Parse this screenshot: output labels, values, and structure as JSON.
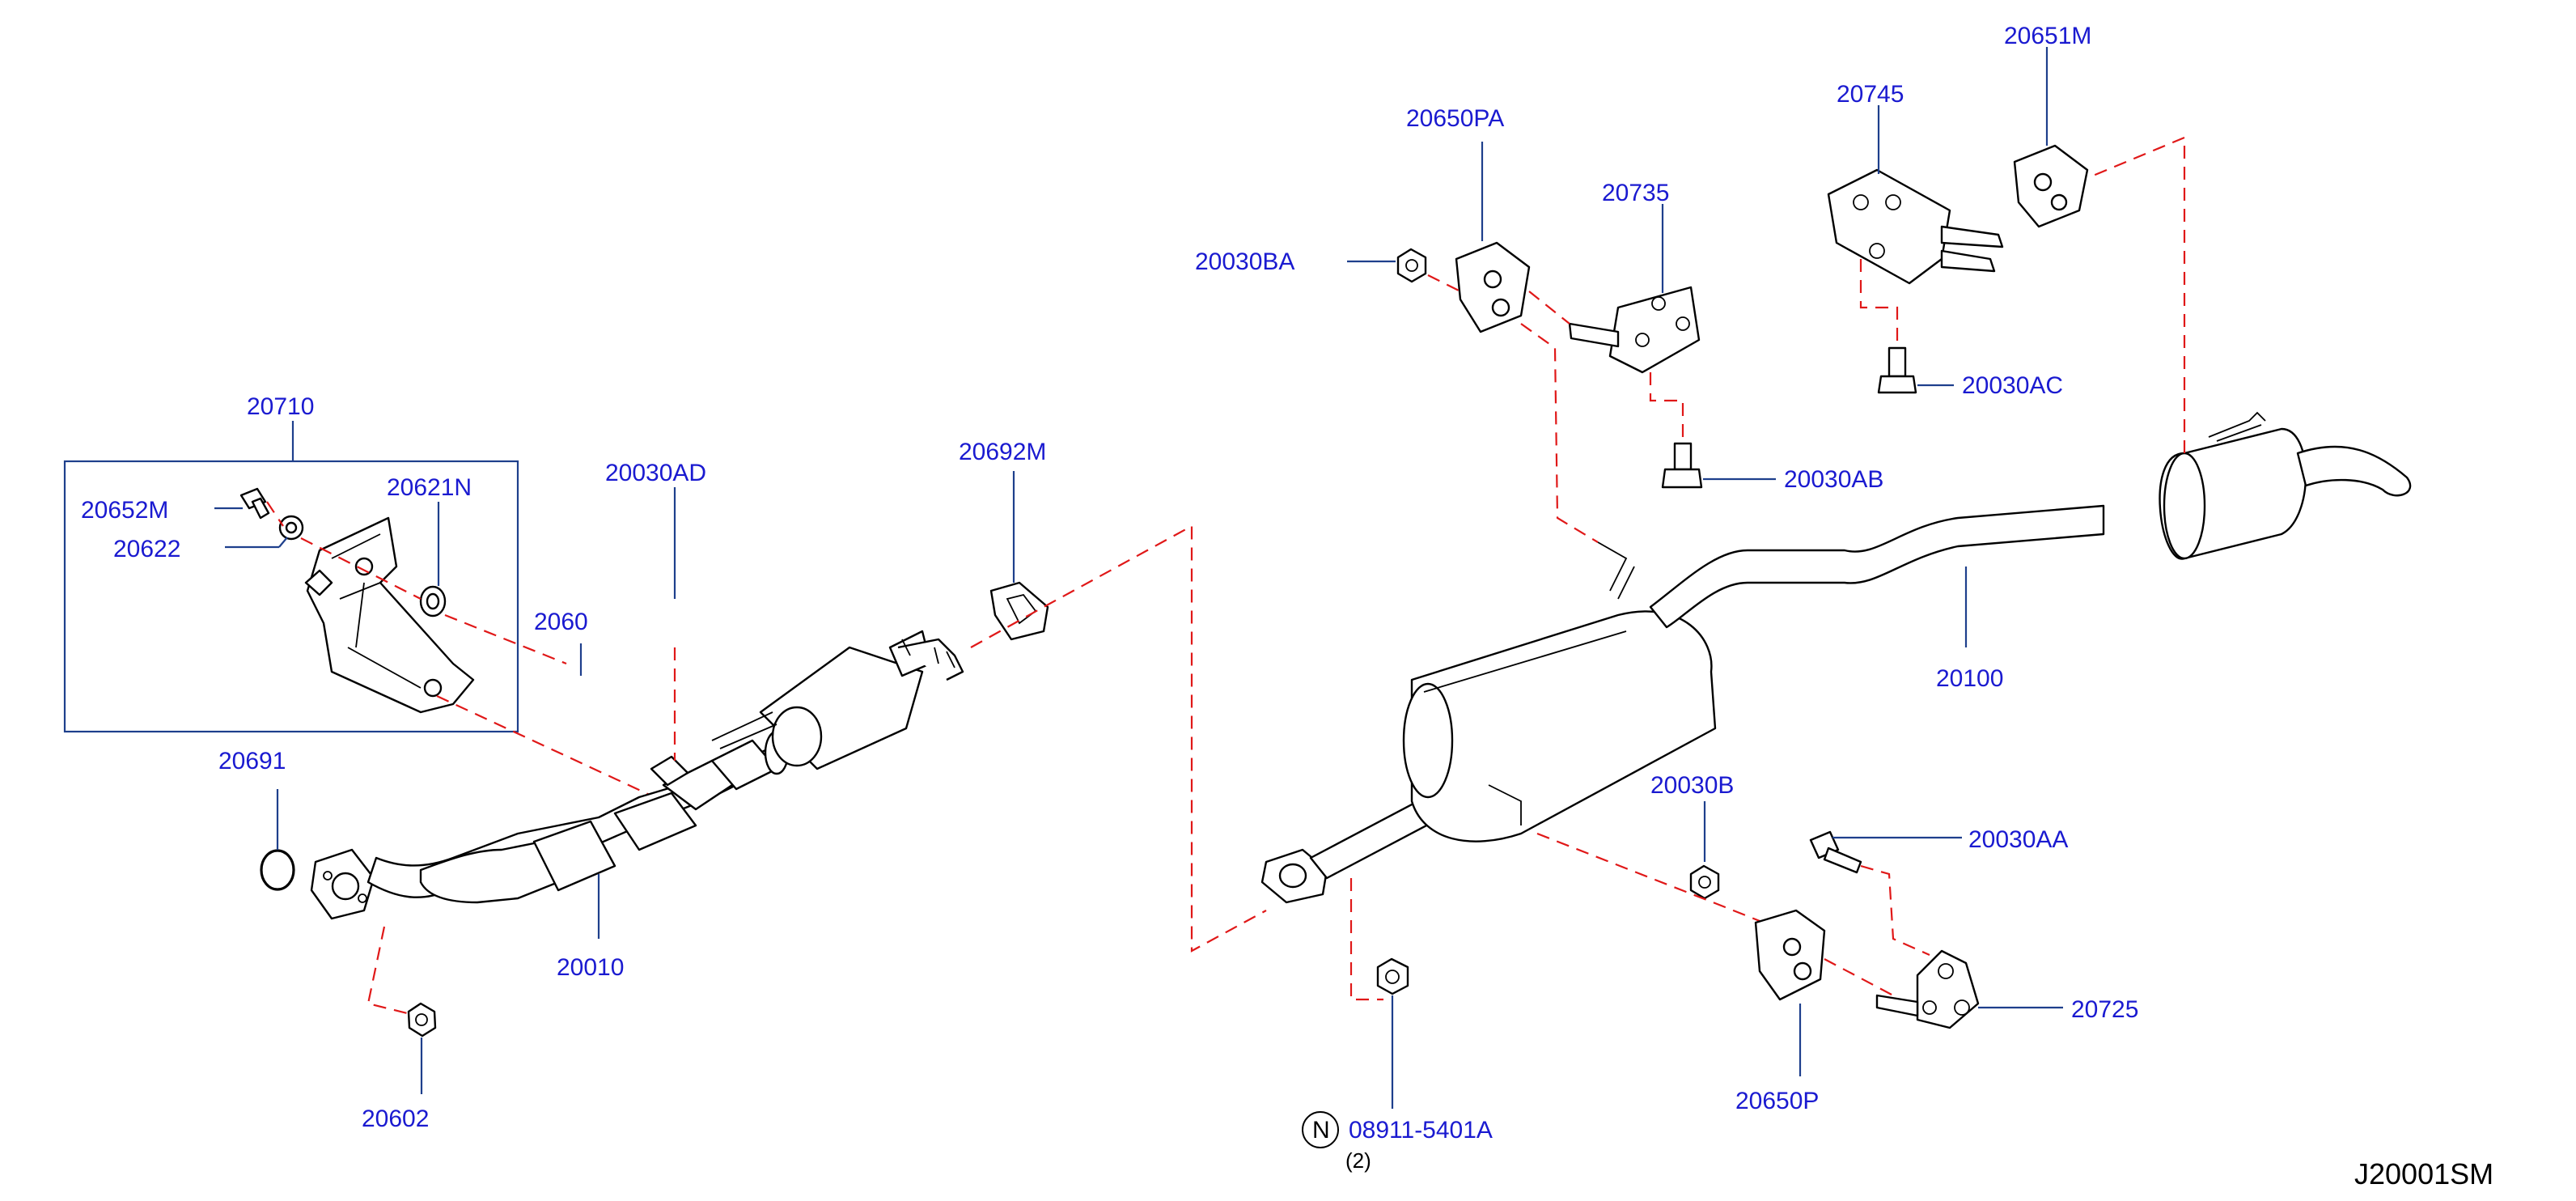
{
  "diagram": {
    "reference_code": "J20001SM",
    "part_labels": {
      "p20710": "20710",
      "p20652M": "20652M",
      "p20622": "20622",
      "p20621N": "20621N",
      "p20691": "20691",
      "p20602": "20602",
      "p20010": "20010",
      "p20030AD": "20030AD",
      "p20692M": "20692M",
      "p20650PA": "20650PA",
      "p20030BA": "20030BA",
      "p20735": "20735",
      "p20030AB": "20030AB",
      "p20745": "20745",
      "p20651M": "20651M",
      "p20030AC": "20030AC",
      "p20100": "20100",
      "p20030B": "20030B",
      "p20030AA": "20030AA",
      "p20725": "20725",
      "p20650P": "20650P",
      "p08911": "08911-5401A",
      "p_obscured": "2060"
    },
    "note_symbol": "N",
    "quantity_note": "(2)"
  },
  "colors": {
    "label_text": "#1a1ad0",
    "leader_line": "#1e3f8c",
    "dashed_connector": "#e01818",
    "part_outline": "#000000"
  }
}
